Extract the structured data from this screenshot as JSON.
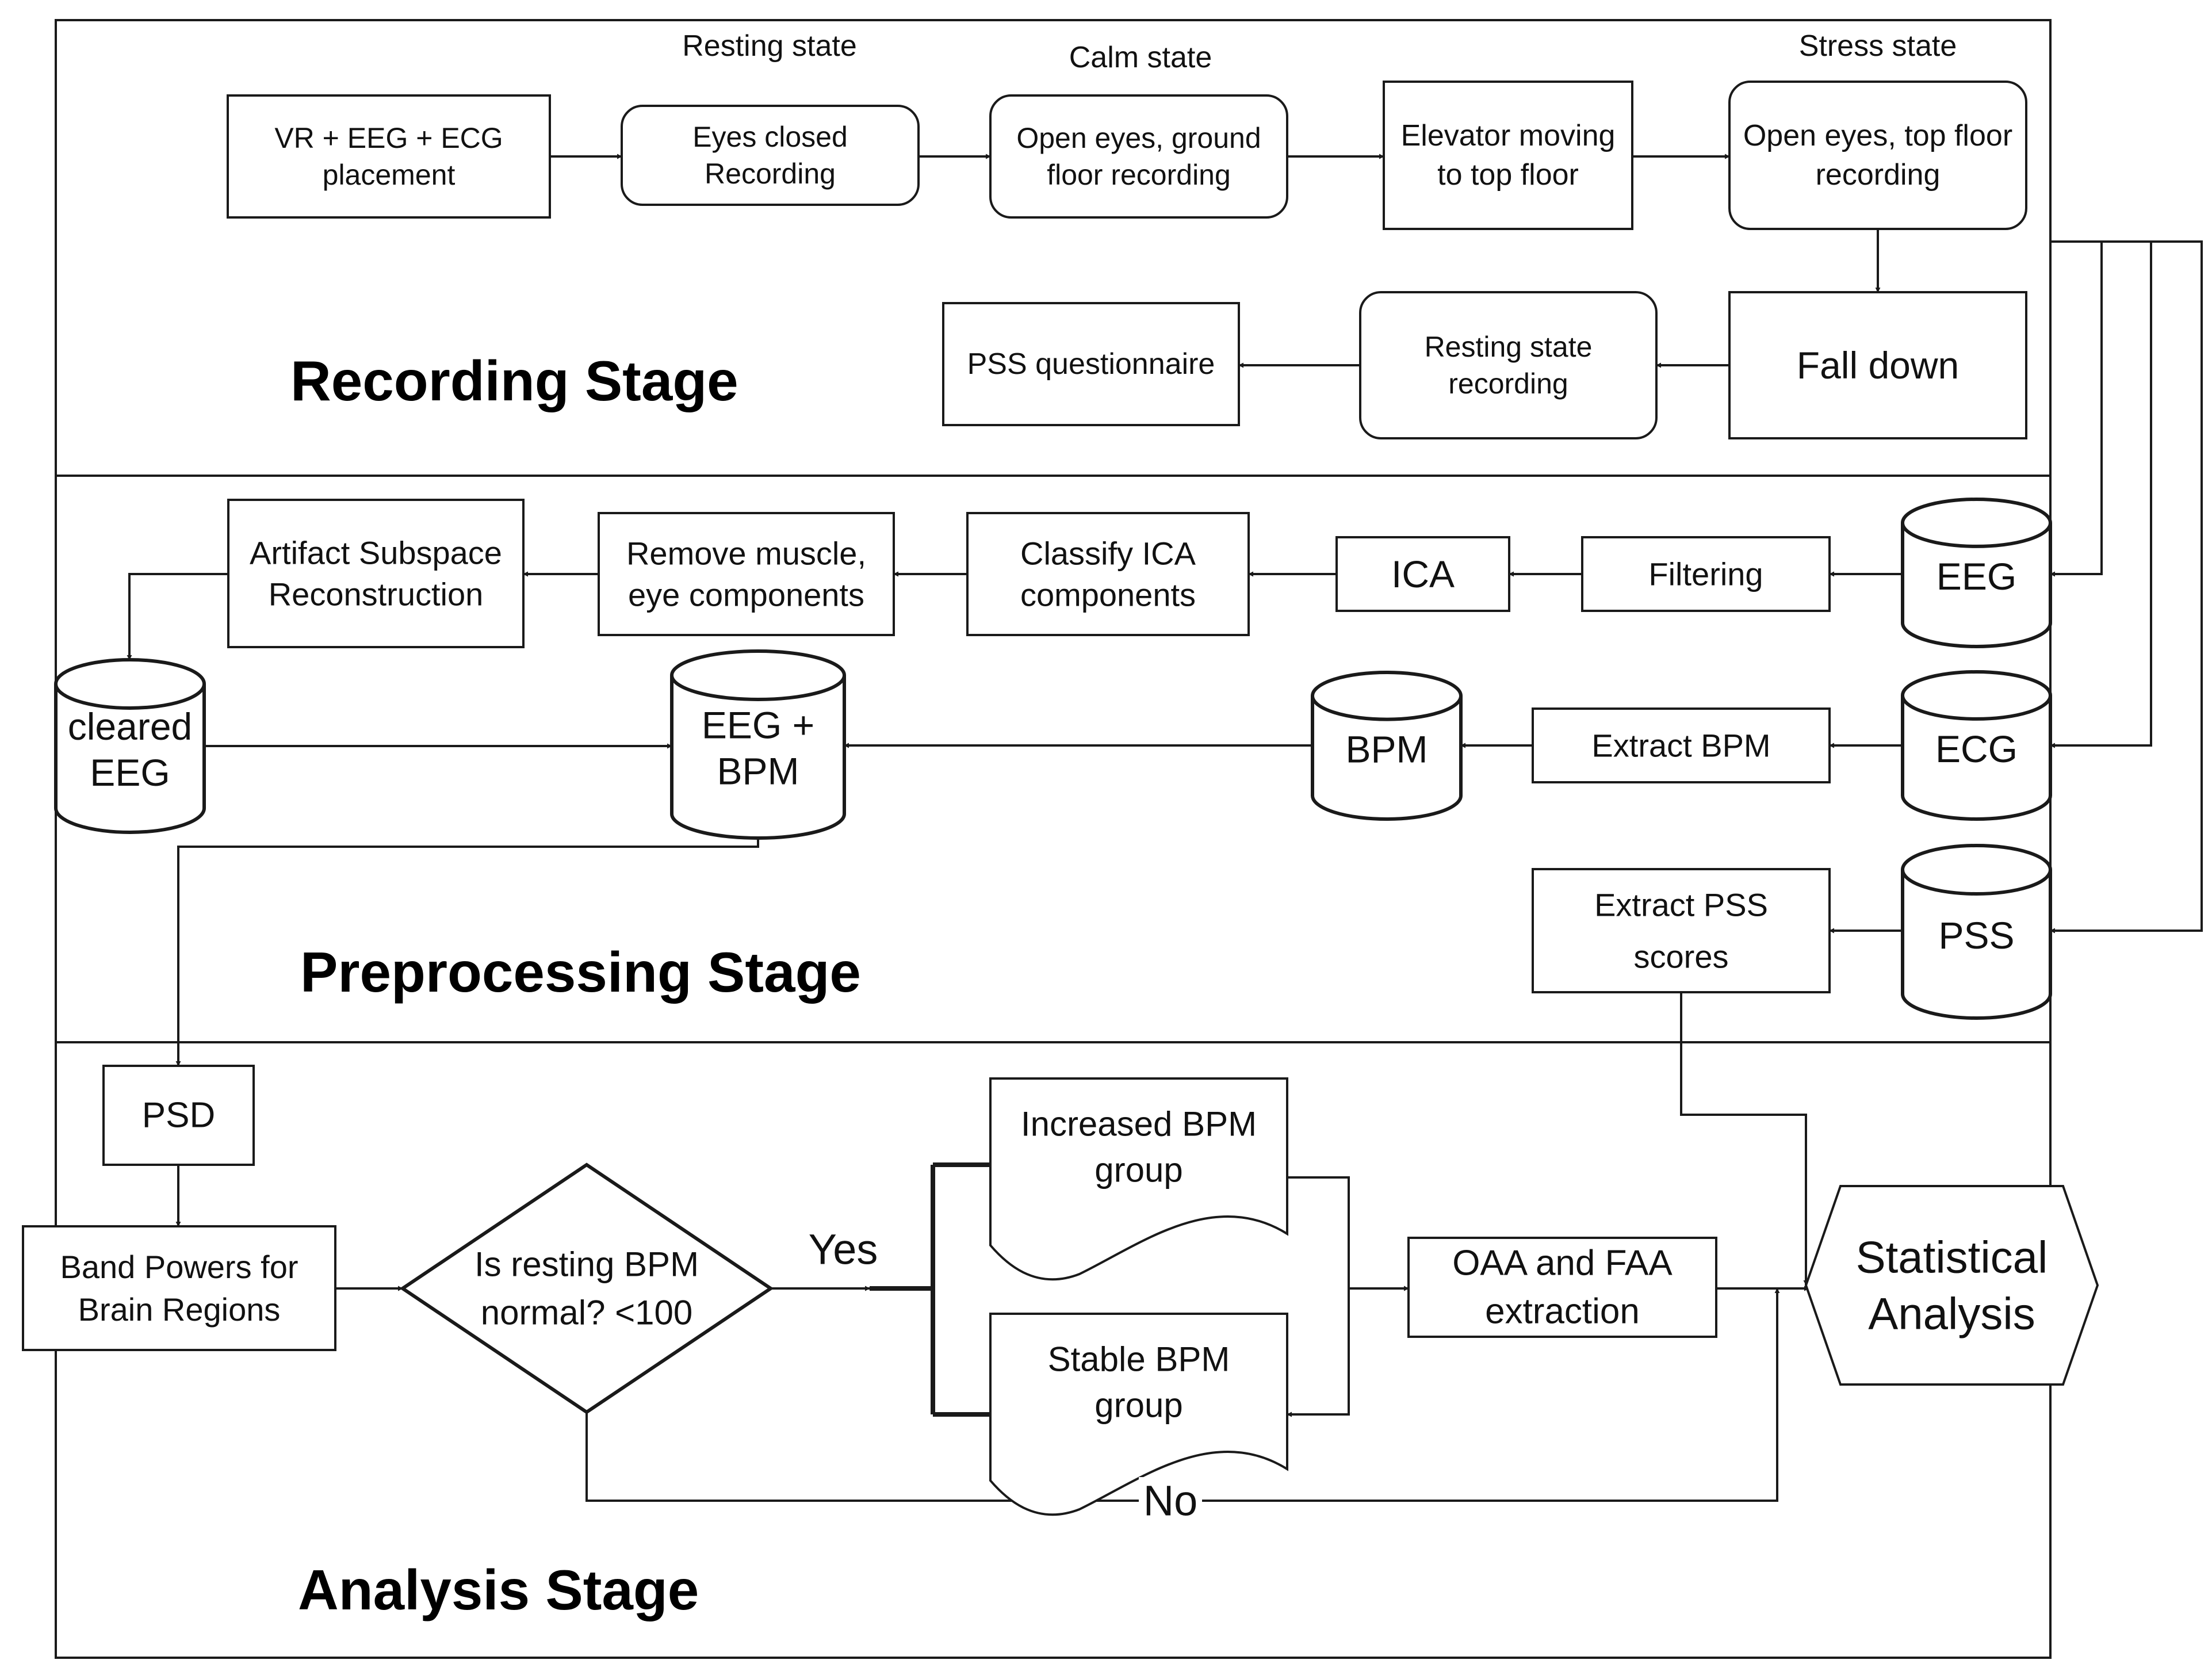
{
  "stages": {
    "recording": "Recording Stage",
    "preprocessing": "Preprocessing Stage",
    "analysis": "Analysis Stage"
  },
  "state_labels": {
    "resting": "Resting state",
    "calm": "Calm state",
    "stress": "Stress state"
  },
  "nodes": {
    "vr_placement": [
      "VR + EEG + ECG",
      "placement"
    ],
    "eyes_closed": [
      "Eyes closed",
      "Recording"
    ],
    "open_ground": [
      "Open eyes, ground",
      "floor recording"
    ],
    "elevator": [
      "Elevator moving",
      "to top floor"
    ],
    "open_top": [
      "Open eyes, top floor",
      "recording"
    ],
    "fall_down": [
      "Fall down"
    ],
    "resting_recording": [
      "Resting state",
      "recording"
    ],
    "pss_questionnaire": [
      "PSS questionnaire"
    ],
    "eeg_db": [
      "EEG"
    ],
    "ecg_db": [
      "ECG"
    ],
    "pss_db": [
      "PSS"
    ],
    "filtering": [
      "Filtering"
    ],
    "ica": [
      "ICA"
    ],
    "classify_ica": [
      "Classify ICA",
      "components"
    ],
    "remove_muscle": [
      "Remove muscle,",
      "eye components"
    ],
    "asr": [
      "Artifact Subspace",
      "Reconstruction"
    ],
    "cleared_eeg": [
      "cleared",
      "EEG"
    ],
    "eeg_bpm": [
      "EEG +",
      "BPM"
    ],
    "bpm_db": [
      "BPM"
    ],
    "extract_bpm": [
      "Extract BPM"
    ],
    "extract_pss": [
      "Extract PSS",
      "scores"
    ],
    "psd": [
      "PSD"
    ],
    "band_powers": [
      "Band Powers for",
      "Brain Regions"
    ],
    "decision": [
      "Is resting BPM",
      "normal? <100"
    ],
    "increased_group": [
      "Increased BPM",
      "group"
    ],
    "stable_group": [
      "Stable BPM",
      "group"
    ],
    "oaa_faa": [
      "OAA and FAA",
      "extraction"
    ],
    "statistical": [
      "Statistical",
      "Analysis"
    ]
  },
  "edge_labels": {
    "yes": "Yes",
    "no": "No"
  },
  "colors": {
    "stroke": "#1a1a1a",
    "fill": "#ffffff",
    "text": "#111111"
  }
}
